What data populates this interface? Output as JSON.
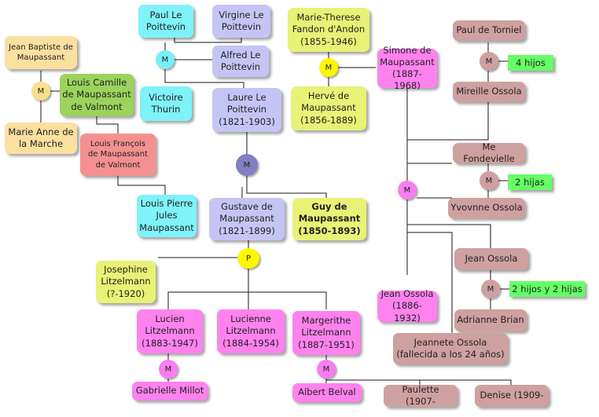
{
  "people": {
    "paul_le_poittevin": "Paul Le\nPoittevin",
    "virgine_le_poittevin": "Virgine Le\nPoittevin",
    "marie_therese": "Marie-Therese\nFandon d'Andon\n(1855-1946)",
    "paul_de_torniel": "Paul de Torniel",
    "jean_baptiste": "Jean Baptiste de\nMaupassant",
    "alfred_le_poittevin": "Alfred Le\nPoittevin",
    "simone": "Simone de\nMaupassant\n(1887-1968)",
    "louis_camille": "Louis Camille\nde Maupassant\nde Valmont",
    "victoire_thurin": "Victoire\nThurin",
    "laure": "Laure Le\nPoittevin\n(1821-1903)",
    "herve": "Hervé de\nMaupassant\n(1856-1889)",
    "mireille": "Mireille Ossola",
    "marie_anne": "Marie Anne de\nla Marche",
    "louis_francois": "Louis François\nde Maupassant\nde Valmont",
    "me_fondevielle": "Me Fondevielle",
    "louis_pierre": "Louis Pierre\nJules\nMaupassant",
    "gustave": "Gustave de\nMaupassant\n(1821-1899)",
    "guy": "Guy de\nMaupassant\n(1850-1893)",
    "yvovnne": "Yvovnne Ossola",
    "jean_ossola_right": "Jean Ossola",
    "josephine": "Josephine\nLitzelmann\n(?-1920)",
    "jean_ossola_left": "Jean Ossola\n(1886-1932)",
    "adrianne": "Adrianne Brian",
    "lucien": "Lucien\nLitzelmann\n(1883-1947)",
    "lucienne": "Lucienne\nLitzelmann\n(1884-1954)",
    "margerithe": "Margerithe\nLitzelmann\n(1887-1951)",
    "jeannete": "Jeannete Ossola\n(fallecida a los 24 años)",
    "gabrielle": "Gabrielle Millot",
    "albert": "Albert Belval",
    "paulette": "Paulette (1907-",
    "denise": "Denise (1909-"
  },
  "union_labels": {
    "m": "M",
    "p": "P"
  },
  "children_notes": {
    "torniel": "4 hijos",
    "fondevielle": "2 hijas",
    "jean": "2 hijos y 2 hijas"
  },
  "colors": {
    "line": "#1a1a1a",
    "yellow": "#fdf57c",
    "cyan": "#7ff2fa",
    "lavender": "#c5c5f5",
    "lime": "#e8f276",
    "tan": "#fbe0a0",
    "green": "#9bd35c",
    "salmon": "#f59090",
    "pink": "#ff82ee",
    "mauve": "#cfa0a0",
    "note_green": "#66ff66"
  }
}
